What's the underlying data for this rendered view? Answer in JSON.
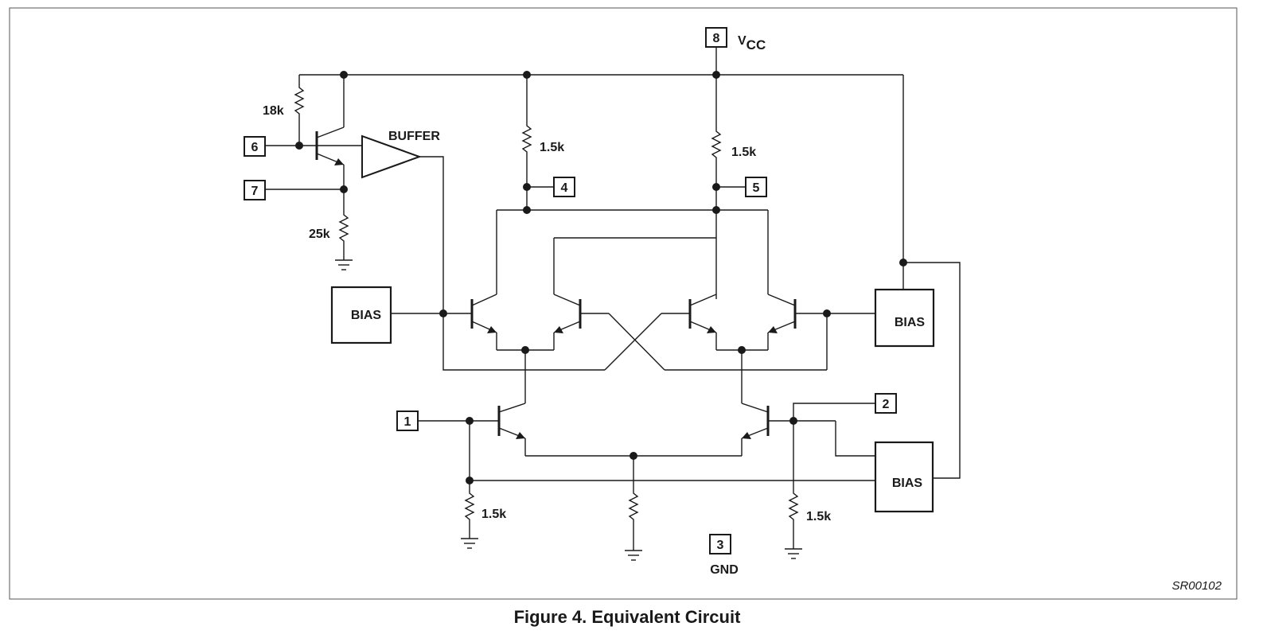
{
  "figure": {
    "caption": "Figure 4.  Equivalent Circuit",
    "code": "SR00102"
  },
  "pins": {
    "p1": "1",
    "p2": "2",
    "p3": "3",
    "p4": "4",
    "p5": "5",
    "p6": "6",
    "p7": "7",
    "p8": "8"
  },
  "labels": {
    "vcc_main": "V",
    "vcc_sub": "CC",
    "gnd": "GND",
    "buffer": "BUFFER",
    "bias": "BIAS"
  },
  "resistors": {
    "r_18k": "18k",
    "r_25k": "25k",
    "r_load_left": "1.5k",
    "r_load_right": "1.5k",
    "r_input_left": "1.5k",
    "r_input_right": "1.5k"
  }
}
